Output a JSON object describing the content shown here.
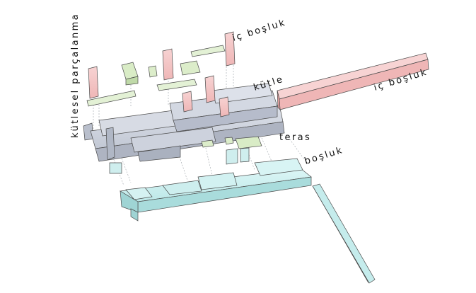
{
  "labels": {
    "massing": "kütlesel parçalanma",
    "void_top": "iç boşluk",
    "void_right": "iç boşluk",
    "mass": "kütle",
    "terrace": "teras",
    "gap": "boşluk"
  },
  "colors": {
    "void_red": "#f0b8b8",
    "terrace_green": "#d9ecc6",
    "mass_grey": "#c9ced9",
    "gap_cyan": "#c5ecec",
    "outline": "#4a4a4a"
  }
}
